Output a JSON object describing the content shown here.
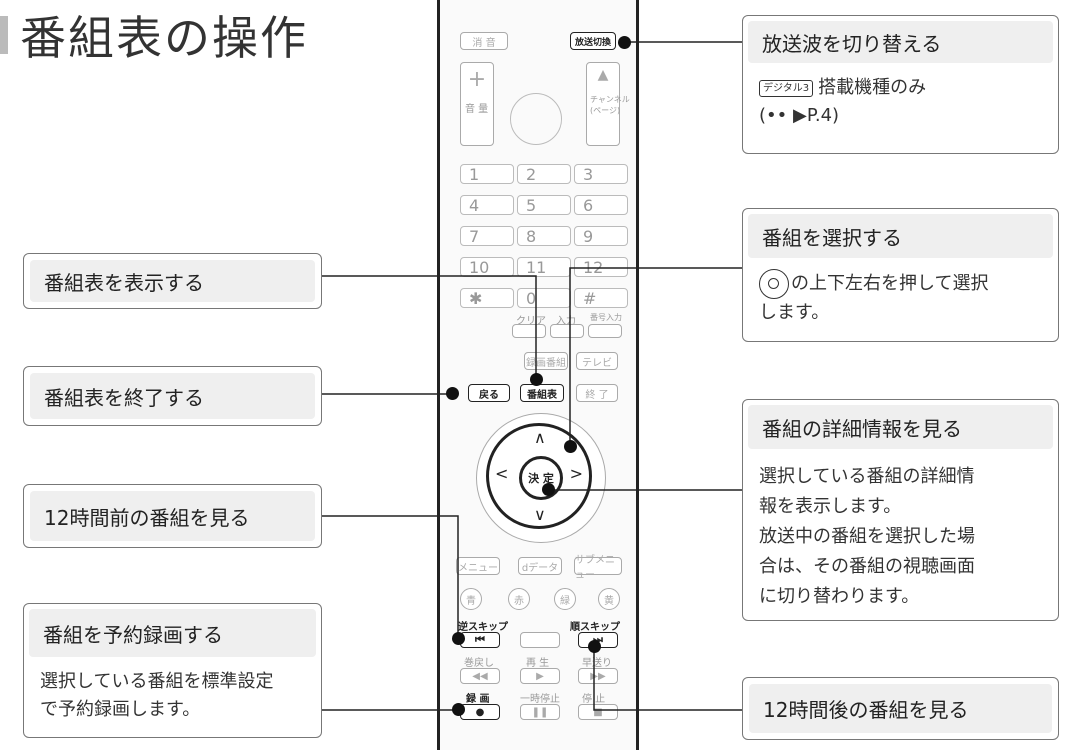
{
  "title": "番組表の操作",
  "callouts": {
    "broadcast": {
      "head": "放送波を切り替える",
      "badge": "デジタル3",
      "line1": "搭載機種のみ",
      "line2": "(•• ▶P.4)"
    },
    "select": {
      "head": "番組を選択する",
      "line1": "の上下左右を押して選択",
      "line2": "します。"
    },
    "details": {
      "head": "番組の詳細情報を見る",
      "lines": [
        "選択している番組の詳細情",
        "報を表示します。",
        "放送中の番組を選択した場",
        "合は、その番組の視聴画面",
        "に切り替わります。"
      ]
    },
    "show_epg": {
      "head": "番組表を表示する"
    },
    "exit_epg": {
      "head": "番組表を終了する"
    },
    "prev12": {
      "head": "12時間前の番組を見る"
    },
    "reserve": {
      "head": "番組を予約録画する",
      "lines": [
        "選択している番組を標準設定",
        "で予約録画します。"
      ]
    },
    "next12": {
      "head": "12時間後の番組を見る"
    }
  },
  "remote": {
    "mute": "消 音",
    "switch": "放送切換",
    "vol": "音 量",
    "channel": "チャンネル\n(ページ)",
    "nums": [
      "1",
      "2",
      "3",
      "4",
      "5",
      "6",
      "7",
      "8",
      "9",
      "10",
      "11",
      "12",
      "✱",
      "0",
      "#"
    ],
    "clear": "クリア",
    "input": "入力",
    "numinput": "番号入力",
    "rec_list": "録画番組",
    "tv": "テレビ",
    "back": "戻る",
    "epg": "番組表",
    "end": "終 了",
    "enter": "決 定",
    "menu": "メニュー",
    "data": "dデータ",
    "submenu": "サブメニュー",
    "colors": [
      "青",
      "赤",
      "緑",
      "黄"
    ],
    "skip_back": "逆スキップ",
    "skip_fwd": "順スキップ",
    "rewind": "巻戻し",
    "play": "再 生",
    "ff": "早送り",
    "rec": "録 画",
    "pause": "一時停止",
    "stop": "停 止"
  }
}
